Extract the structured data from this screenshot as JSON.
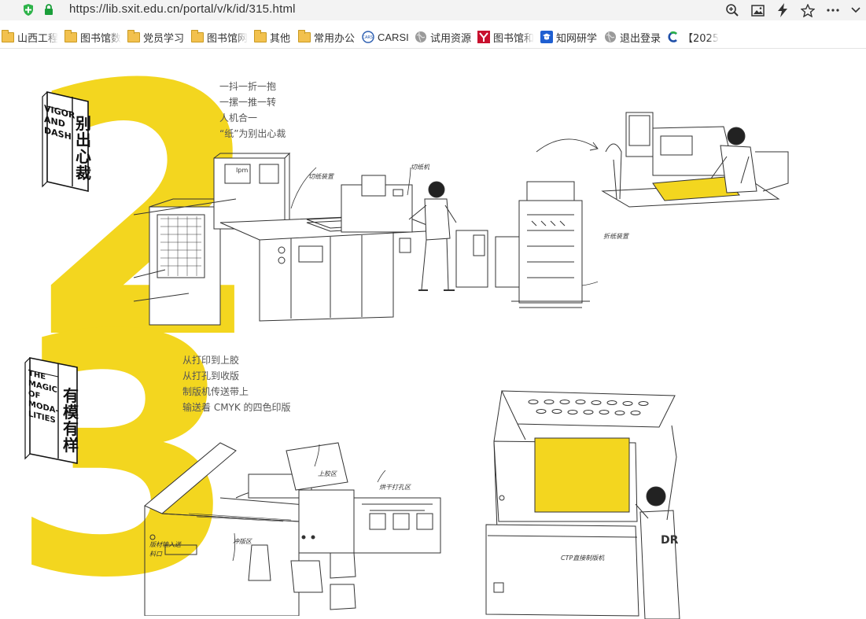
{
  "browser": {
    "url": "https://lib.sxit.edu.cn/portal/v/k/id/315.html",
    "tool_icons": [
      "zoom-icon",
      "screenshot-icon",
      "lightning-icon",
      "star-icon",
      "more-icon",
      "chevron-down-icon"
    ]
  },
  "bookmarks": [
    {
      "label": "山西工程",
      "icon": "folder-icon"
    },
    {
      "label": "图书馆数",
      "icon": "folder-icon"
    },
    {
      "label": "党员学习",
      "icon": "folder-icon"
    },
    {
      "label": "图书馆网",
      "icon": "folder-icon"
    },
    {
      "label": "其他",
      "icon": "folder-icon"
    },
    {
      "label": "常用办公",
      "icon": "folder-icon"
    },
    {
      "label": "CARSI",
      "icon": "carsi-icon"
    },
    {
      "label": "试用资源",
      "icon": "globe-icon"
    },
    {
      "label": "图书馆和",
      "icon": "red-y-icon"
    },
    {
      "label": "知网研学",
      "icon": "cnki-icon"
    },
    {
      "label": "退出登录",
      "icon": "globe-icon"
    },
    {
      "label": "【2025",
      "icon": "c-logo-icon"
    }
  ],
  "section2": {
    "number": "2",
    "title_cn": "别出心裁",
    "title_en": [
      "VIGOR",
      "AND",
      "DASH"
    ],
    "poem": [
      "一抖一折一抱",
      "一摞一推一转",
      "人机合一",
      "“纸”为别出心裁"
    ],
    "annotations": [
      "切纸装置",
      "切纸机",
      "折纸装置"
    ]
  },
  "section3": {
    "number": "3",
    "title_cn": "有模有样",
    "title_en": [
      "THE",
      "MAGIC",
      "OF",
      "MODA-",
      "LITIES"
    ],
    "poem": [
      "从打印到上胶",
      "从打孔到收版",
      "制版机传送带上",
      "输送着 CMYK 的四色印版"
    ],
    "annotations": [
      "上胶区",
      "烘干打孔区",
      "冲版区",
      "版材输入送料口",
      "CTP直接制版机"
    ]
  },
  "colors": {
    "accent_yellow": "#f3d61f",
    "line": "#333333"
  }
}
